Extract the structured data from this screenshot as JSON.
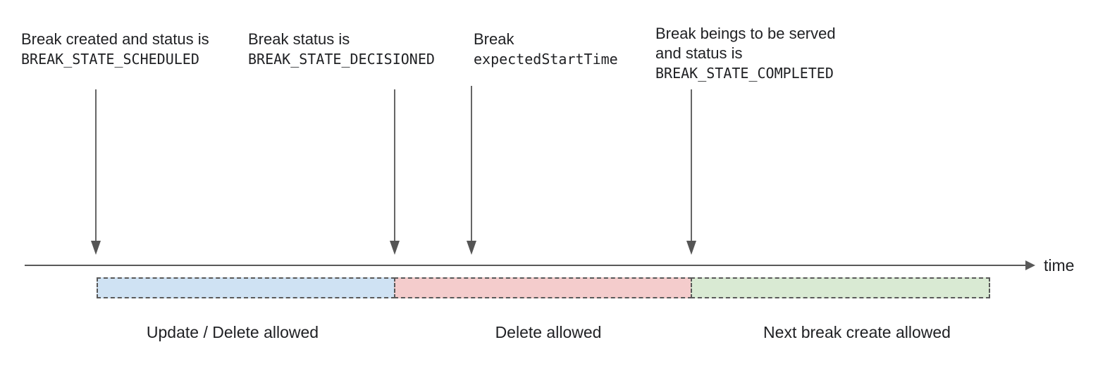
{
  "annotations": [
    {
      "line1": "Break created and status is",
      "line2": "BREAK_STATE_SCHEDULED"
    },
    {
      "line1": "Break status is",
      "line2": "BREAK_STATE_DECISIONED"
    },
    {
      "line1": "Break",
      "line2": "expectedStartTime"
    },
    {
      "line1": "Break beings to be served",
      "line2": "and status is",
      "line3": "BREAK_STATE_COMPLETED"
    }
  ],
  "timeline": {
    "axis_label": "time"
  },
  "segments": [
    {
      "label": "Update / Delete allowed",
      "fill": "#cfe2f3"
    },
    {
      "label": "Delete allowed",
      "fill": "#f4cccc"
    },
    {
      "label": "Next break create allowed",
      "fill": "#d9ead3"
    }
  ],
  "colors": {
    "arrow": "#595959",
    "axis": "#595959",
    "segment_border": "#595959",
    "text": "#202124"
  }
}
